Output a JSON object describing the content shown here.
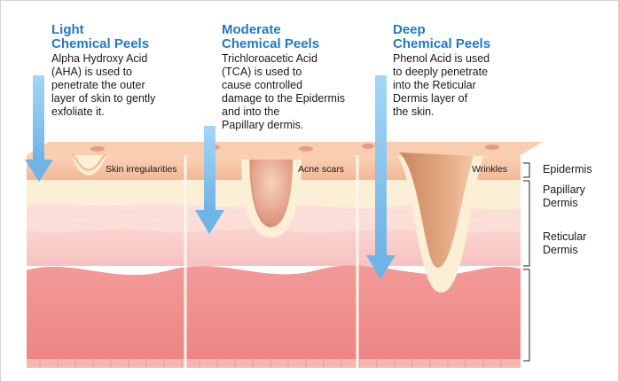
{
  "peels": [
    {
      "title_line1": "Light",
      "title_line2": "Chemical Peels",
      "description": "Alpha Hydroxy Acid\n(AHA) is used to\npenetrate the outer\nlayer of skin to gently\nexfoliate it.",
      "condition": "Skin irregularities"
    },
    {
      "title_line1": "Moderate",
      "title_line2": "Chemical Peels",
      "description": "Trichloroacetic Acid\n(TCA) is used to\ncause controlled\ndamage to the Epidermis\nand into the\nPapillary dermis.",
      "condition": "Acne scars"
    },
    {
      "title_line1": "Deep",
      "title_line2": "Chemical Peels",
      "description": "Phenol Acid is used\nto deeply penetrate\ninto the Reticular\nDermis layer of\nthe skin.",
      "condition": "Wrinkles"
    }
  ],
  "layers": {
    "epidermis": "Epidermis",
    "papillary": "Papillary\nDermis",
    "reticular": "Reticular\nDermis"
  },
  "colors": {
    "heading": "#1f7ac2",
    "arrow": "#8cc8f0",
    "epidermis_top": "#f6c6a6",
    "papillary": "#fbefd5",
    "dermis": "#f8cfcf",
    "deep_tissue": "#f08c8c"
  }
}
